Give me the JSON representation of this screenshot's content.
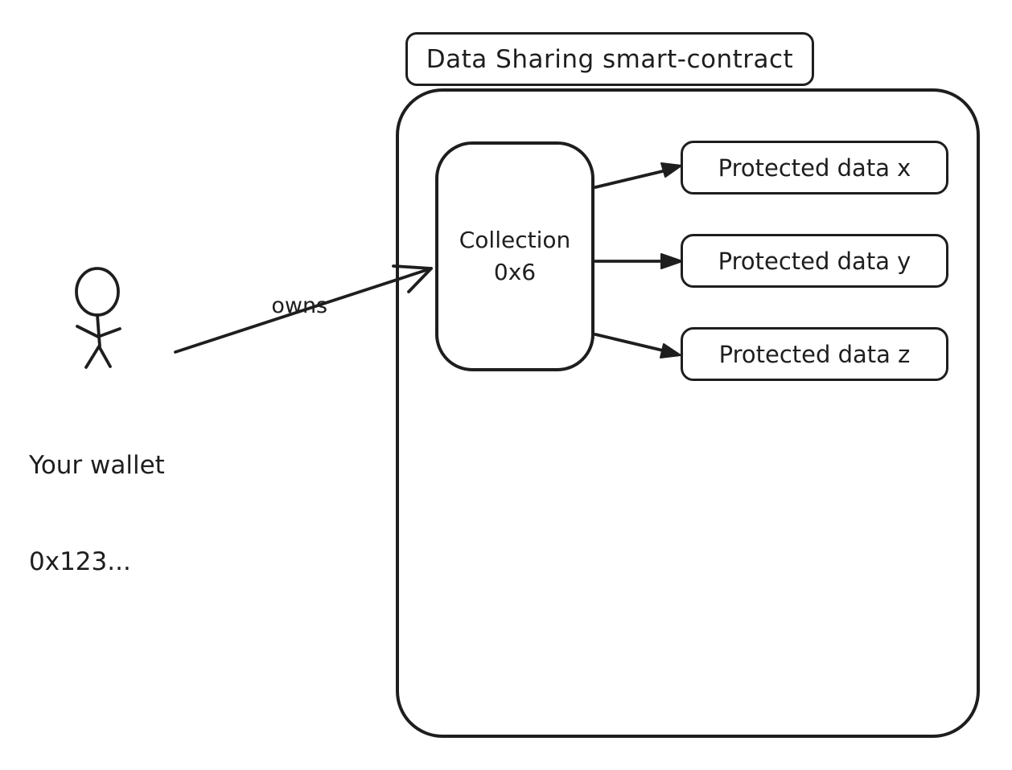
{
  "canvas": {
    "background_color": "#ffffff",
    "stroke_color": "#1e1e1e"
  },
  "title_box": {
    "label": "Data Sharing smart-contract"
  },
  "actor": {
    "icon": "stick-figure-person",
    "label_line1": "Your wallet",
    "label_line2": "0x123..."
  },
  "edges": {
    "owns_label": "owns"
  },
  "collection_node": {
    "label_line1": "Collection",
    "label_line2": "0x6"
  },
  "protected_data_nodes": [
    {
      "label": "Protected data x"
    },
    {
      "label": "Protected data y"
    },
    {
      "label": "Protected data z"
    }
  ]
}
